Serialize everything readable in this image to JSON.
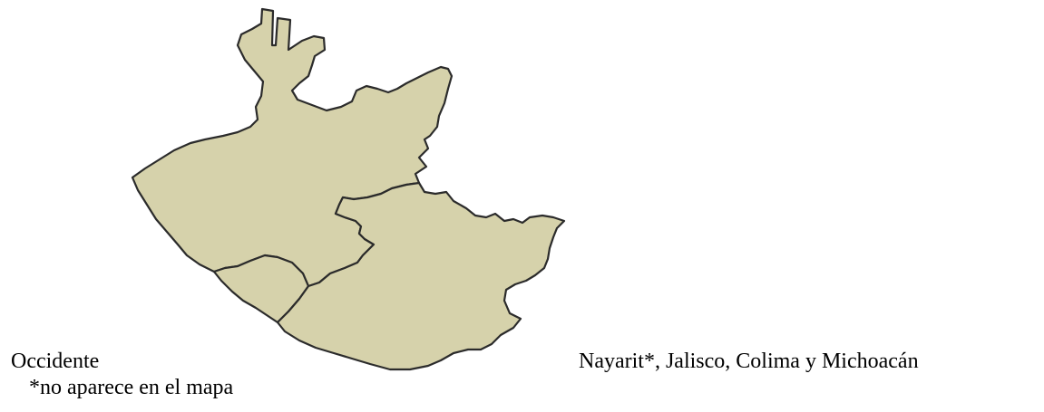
{
  "map": {
    "region_name": "Occidente",
    "states_list": "Nayarit*, Jalisco, Colima y Michoacán",
    "footnote": "*no aparece en el mapa",
    "fill_color": "#d6d2ab",
    "stroke_color": "#2b2b2b",
    "regions_drawn": [
      "Jalisco",
      "Colima",
      "Michoacán"
    ]
  }
}
